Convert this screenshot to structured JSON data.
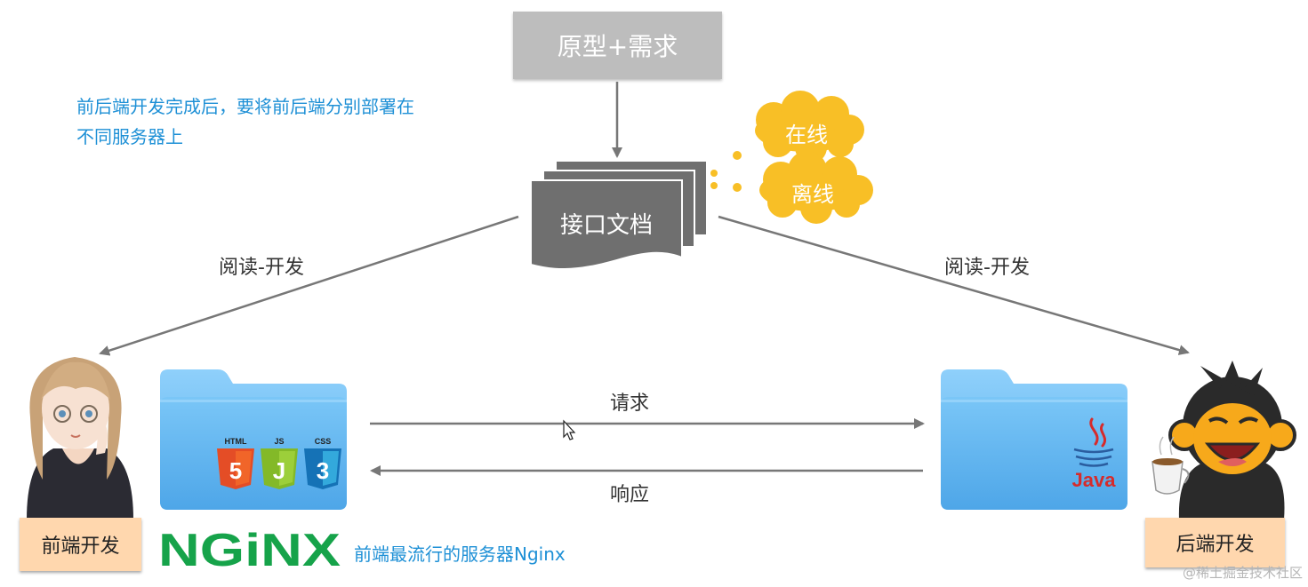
{
  "boxes": {
    "prototype": "原型+需求",
    "api_doc": "接口文档",
    "online": "在线",
    "offline": "离线"
  },
  "note": {
    "line1": "前后端开发完成后，要将前后端分别部署在",
    "line2": "不同服务器上"
  },
  "labels": {
    "read_dev_left": "阅读-开发",
    "read_dev_right": "阅读-开发",
    "request": "请求",
    "response": "响应"
  },
  "roles": {
    "frontend": "前端开发",
    "backend": "后端开发"
  },
  "frontend_folder": {
    "tech": [
      "HTML",
      "JS",
      "CSS"
    ],
    "badges": [
      "5",
      "J",
      "3"
    ]
  },
  "backend_folder": {
    "tech": "Java"
  },
  "nginx": {
    "logo": "NGiNX",
    "caption": "前端最流行的服务器Nginx"
  },
  "watermark": "@稀土掘金技术社区",
  "colors": {
    "note_blue": "#1e90d6",
    "proto_gray": "#bdbdbd",
    "doc_gray": "#6f6f6f",
    "cloud_yellow": "#f8bf26",
    "folder_blue": "#63b6f1",
    "role_peach": "#ffd7ae",
    "nginx_green": "#16a34a",
    "java_red": "#d62b2b"
  }
}
